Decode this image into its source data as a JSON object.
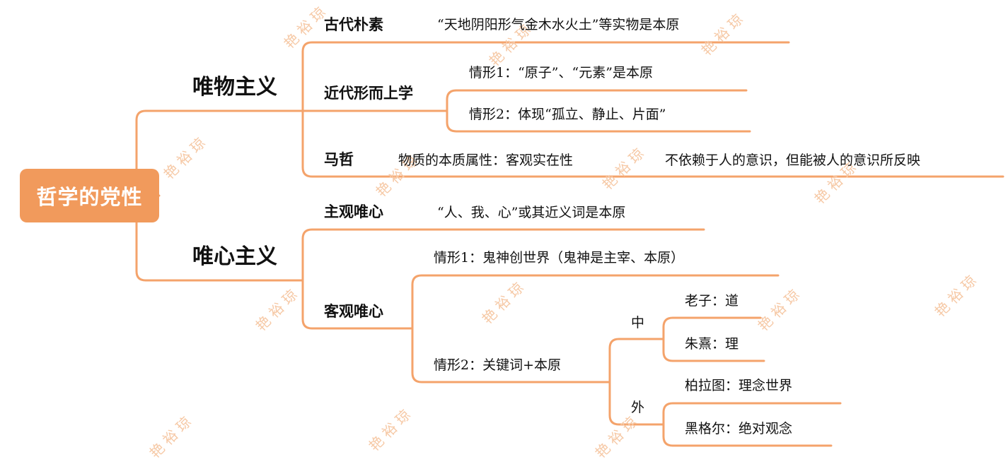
{
  "root": {
    "label": "哲学的党性"
  },
  "materialism": {
    "label": "唯物主义",
    "ancient": {
      "label": "古代朴素",
      "desc": "“天地阴阳形气金木水火土”等实物是本原"
    },
    "modern": {
      "label": "近代形而上学",
      "case1": "情形1：“原子”、“元素”是本原",
      "case2": "情形2：体现“孤立、静止、片面”"
    },
    "marxist": {
      "label": "马哲",
      "attr": "物质的本质属性：客观实在性",
      "desc": "不依赖于人的意识，但能被人的意识所反映"
    }
  },
  "idealism": {
    "label": "唯心主义",
    "subjective": {
      "label": "主观唯心",
      "desc": "“人、我、心”或其近义词是本原"
    },
    "objective": {
      "label": "客观唯心",
      "case1": "情形1：鬼神创世界（鬼神是主宰、本原）",
      "case2": {
        "label": "情形2：关键词+本原",
        "china": {
          "label": "中",
          "items": [
            "老子：道",
            "朱熹：理"
          ]
        },
        "foreign": {
          "label": "外",
          "items": [
            "柏拉图：理念世界",
            "黑格尔：绝对观念"
          ]
        }
      }
    }
  },
  "watermark": "艳 裕 琼",
  "colors": {
    "accent": "#f19a5c",
    "line": "#f4a36b",
    "watermark": "#f6c9a6"
  }
}
